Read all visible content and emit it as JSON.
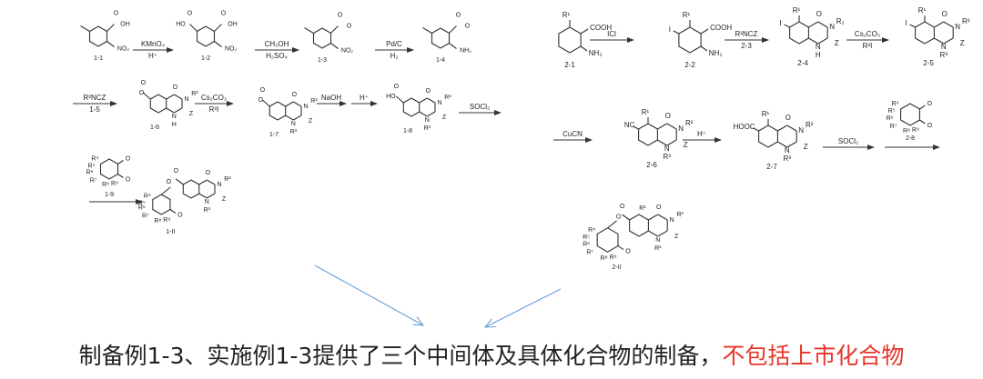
{
  "route1": {
    "compounds": {
      "c1_1": {
        "label": "1-1",
        "atoms": [
          "OH",
          "O",
          "NO₂"
        ]
      },
      "c1_2": {
        "label": "1-2",
        "atoms": [
          "HO",
          "O",
          "OH",
          "O",
          "NO₂"
        ]
      },
      "c1_3": {
        "label": "1-3",
        "atoms": [
          "O",
          "O",
          "NO₂"
        ]
      },
      "c1_4": {
        "label": "1-4",
        "atoms": [
          "O",
          "O",
          "NH₂"
        ]
      },
      "c1_6": {
        "label": "1-6",
        "atoms": [
          "O",
          "O",
          "O",
          "N",
          "R²",
          "N",
          "H",
          "Z"
        ]
      },
      "c1_7": {
        "label": "1-7",
        "atoms": [
          "O",
          "O",
          "O",
          "N",
          "R²",
          "N",
          "R³",
          "Z"
        ]
      },
      "c1_8": {
        "label": "1-8",
        "atoms": [
          "HO",
          "O",
          "O",
          "N",
          "R²",
          "N",
          "R³",
          "Z"
        ]
      },
      "c1_9": {
        "label": "1-9",
        "atoms": [
          "O",
          "O",
          "R⁴",
          "R⁵",
          "R⁶",
          "R⁷",
          "R⁸",
          "R⁹"
        ]
      },
      "c1_II": {
        "label": "1-II",
        "atoms": [
          "O",
          "O",
          "O",
          "N",
          "R²",
          "N",
          "R³",
          "Z",
          "R⁴",
          "R⁵",
          "R⁶",
          "R⁷",
          "R⁸",
          "R⁹",
          "O"
        ]
      }
    },
    "arrows": {
      "a1": {
        "above": "KMnO₄",
        "below": "H⁺"
      },
      "a2": {
        "above": "CH₃OH",
        "below": "H₂SO₄"
      },
      "a3": {
        "above": "Pd/C",
        "below": "H₂"
      },
      "a4": {
        "above": "R²NCZ",
        "below": "1-5"
      },
      "a5": {
        "above": "Cs₂CO₃",
        "below": "R³I"
      },
      "a6": {
        "above": "NaOH",
        "below": ""
      },
      "a7": {
        "above": "H⁺",
        "below": ""
      },
      "a8": {
        "above": "SOCl₂",
        "below": ""
      },
      "a9": {
        "above": "",
        "below": ""
      }
    }
  },
  "route2": {
    "compounds": {
      "c2_1": {
        "label": "2-1",
        "atoms": [
          "R¹",
          "COOH",
          "NH₂"
        ]
      },
      "c2_2": {
        "label": "2-2",
        "atoms": [
          "R¹",
          "I",
          "COOH",
          "NH₂"
        ]
      },
      "c2_4": {
        "label": "2-4",
        "atoms": [
          "R¹",
          "O",
          "I",
          "N",
          "R₂",
          "N",
          "H",
          "Z"
        ]
      },
      "c2_5": {
        "label": "2-5",
        "atoms": [
          "R¹",
          "O",
          "I",
          "N",
          "R²",
          "N",
          "R³",
          "Z"
        ]
      },
      "c2_6": {
        "label": "2-6",
        "atoms": [
          "R¹",
          "O",
          "NC",
          "N",
          "R²",
          "N",
          "R³",
          "Z"
        ]
      },
      "c2_7": {
        "label": "2-7",
        "atoms": [
          "R¹",
          "O",
          "HOOC",
          "N",
          "R²",
          "N",
          "R³",
          "Z"
        ]
      },
      "c2_8": {
        "label": "2-8",
        "atoms": [
          "O",
          "O",
          "R⁴",
          "R⁵",
          "R⁶",
          "R⁷",
          "R⁸",
          "R⁹"
        ]
      },
      "c2_II": {
        "label": "2-II",
        "atoms": [
          "O",
          "R¹",
          "O",
          "N",
          "R²",
          "N",
          "R³",
          "Z",
          "R⁴",
          "R⁵",
          "R⁶",
          "R⁷",
          "R⁸",
          "R⁹",
          "O",
          "O"
        ]
      }
    },
    "arrows": {
      "b1": {
        "above": "ICl",
        "below": ""
      },
      "b2": {
        "above": "R²NCZ",
        "below": "2-3"
      },
      "b3": {
        "above": "Cs₂CO₃",
        "below": "R³I"
      },
      "b4": {
        "above": "CuCN",
        "below": ""
      },
      "b5": {
        "above": "H⁺",
        "below": ""
      },
      "b6": {
        "above": "SOCl₂",
        "below": ""
      }
    }
  },
  "caption": {
    "main": "制备例1-3、实施例1-3提供了三个中间体及具体化合物的制备，",
    "highlight": "不包括上市化合物"
  },
  "colors": {
    "highlight": "#e8352a",
    "callout_arrow": "#6a9fd8",
    "ink": "#222222"
  }
}
